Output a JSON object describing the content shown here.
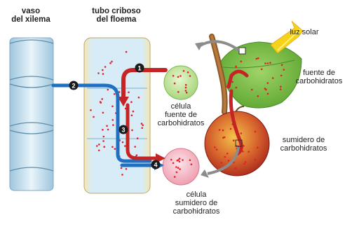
{
  "labels": {
    "xylem_line1": "vaso",
    "xylem_line2": "del xilema",
    "phloem_line1": "tubo criboso",
    "phloem_line2": "del floema",
    "sunlight": "luz solar",
    "source_line1": "fuente de",
    "source_line2": "carbohidratos",
    "source_cell_line1": "célula",
    "source_cell_line2": "fuente de",
    "source_cell_line3": "carbohidratos",
    "sink_line1": "sumidero de",
    "sink_line2": "carbohidratos",
    "sink_cell_line1": "célula",
    "sink_cell_line2": "sumidero de",
    "sink_cell_line3": "carbohidratos"
  },
  "steps": [
    "1",
    "2",
    "3",
    "4"
  ],
  "colors": {
    "xylem": "#cfe6f2",
    "phloem": "#dff0f7",
    "arrow_blue": "#1f6fc2",
    "arrow_red": "#d12a2a",
    "sugar_dot": "#e0202a",
    "leaf": "#7fc04a",
    "fruit": "#d6472c",
    "source_cell": "#bfe39a",
    "sink_cell": "#f4b3c0",
    "sun": "#f7d21b"
  }
}
